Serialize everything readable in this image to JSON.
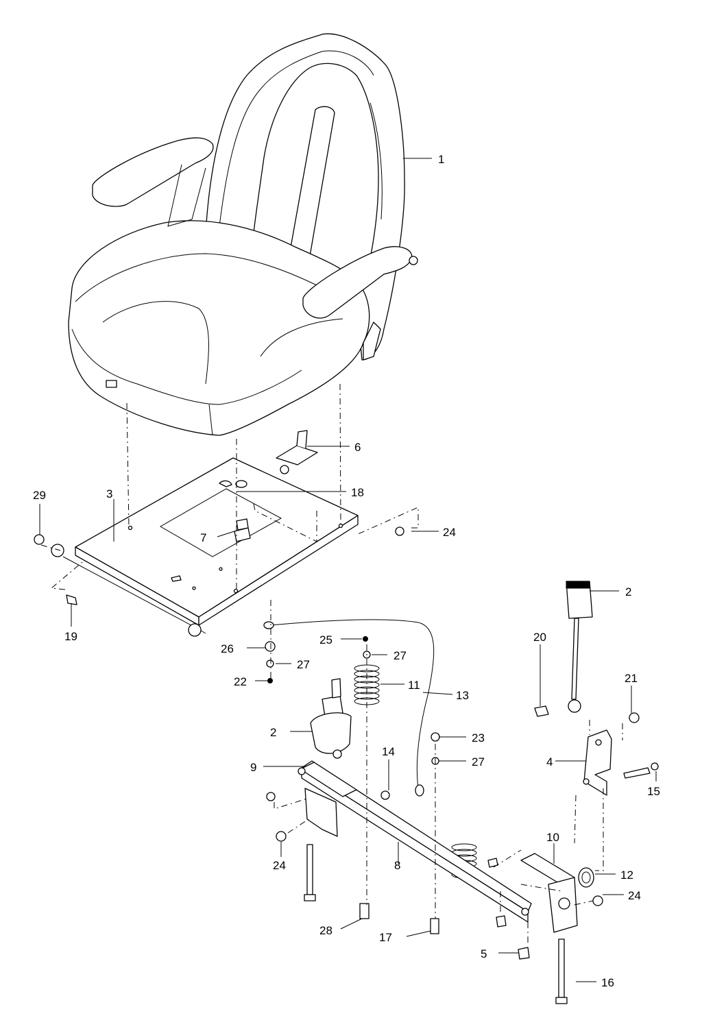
{
  "diagram": {
    "callouts": [
      {
        "id": "c1",
        "label": "1"
      },
      {
        "id": "c2a",
        "label": "2"
      },
      {
        "id": "c2b",
        "label": "2"
      },
      {
        "id": "c3",
        "label": "3"
      },
      {
        "id": "c4",
        "label": "4"
      },
      {
        "id": "c5",
        "label": "5"
      },
      {
        "id": "c6",
        "label": "6"
      },
      {
        "id": "c7",
        "label": "7"
      },
      {
        "id": "c8",
        "label": "8"
      },
      {
        "id": "c9",
        "label": "9"
      },
      {
        "id": "c10",
        "label": "10"
      },
      {
        "id": "c11",
        "label": "11"
      },
      {
        "id": "c12",
        "label": "12"
      },
      {
        "id": "c13",
        "label": "13"
      },
      {
        "id": "c14",
        "label": "14"
      },
      {
        "id": "c15",
        "label": "15"
      },
      {
        "id": "c16",
        "label": "16"
      },
      {
        "id": "c17",
        "label": "17"
      },
      {
        "id": "c18",
        "label": "18"
      },
      {
        "id": "c19",
        "label": "19"
      },
      {
        "id": "c20",
        "label": "20"
      },
      {
        "id": "c21",
        "label": "21"
      },
      {
        "id": "c22",
        "label": "22"
      },
      {
        "id": "c23",
        "label": "23"
      },
      {
        "id": "c24a",
        "label": "24"
      },
      {
        "id": "c24b",
        "label": "24"
      },
      {
        "id": "c24c",
        "label": "24"
      },
      {
        "id": "c25",
        "label": "25"
      },
      {
        "id": "c26",
        "label": "26"
      },
      {
        "id": "c27a",
        "label": "27"
      },
      {
        "id": "c27b",
        "label": "27"
      },
      {
        "id": "c27c",
        "label": "27"
      },
      {
        "id": "c28",
        "label": "28"
      },
      {
        "id": "c29",
        "label": "29"
      }
    ]
  }
}
